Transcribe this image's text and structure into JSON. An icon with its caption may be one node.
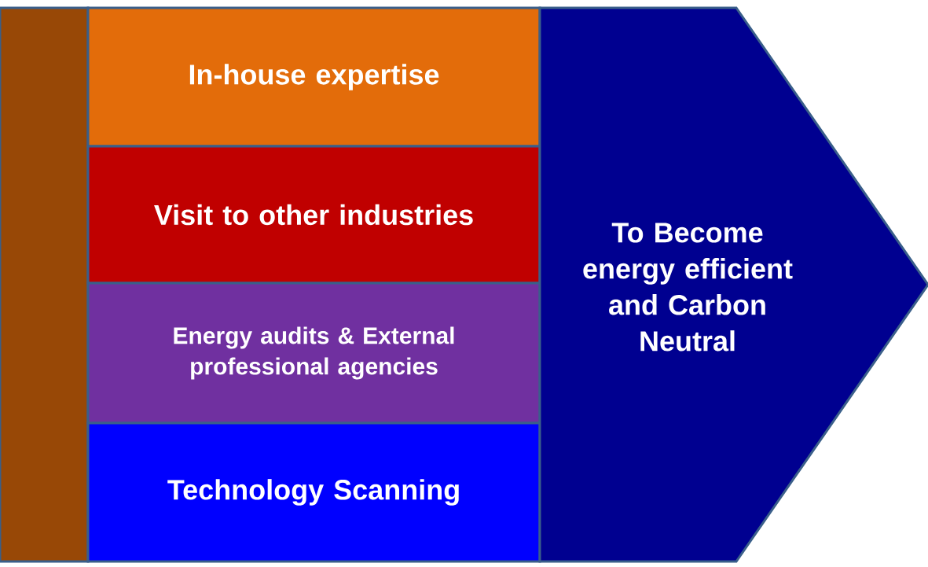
{
  "diagram": {
    "nodes": [
      {
        "text": [],
        "shape": "bar"
      },
      {
        "text": [
          "In-house expertise"
        ]
      },
      {
        "text": [
          "Visit to other industries"
        ]
      },
      {
        "text": [
          "Energy audits & External professional  agencies"
        ]
      },
      {
        "text": [
          "Technology Scanning"
        ]
      },
      {
        "text": [
          "To Become energy efficient and Carbon Neutral"
        ]
      }
    ]
  }
}
